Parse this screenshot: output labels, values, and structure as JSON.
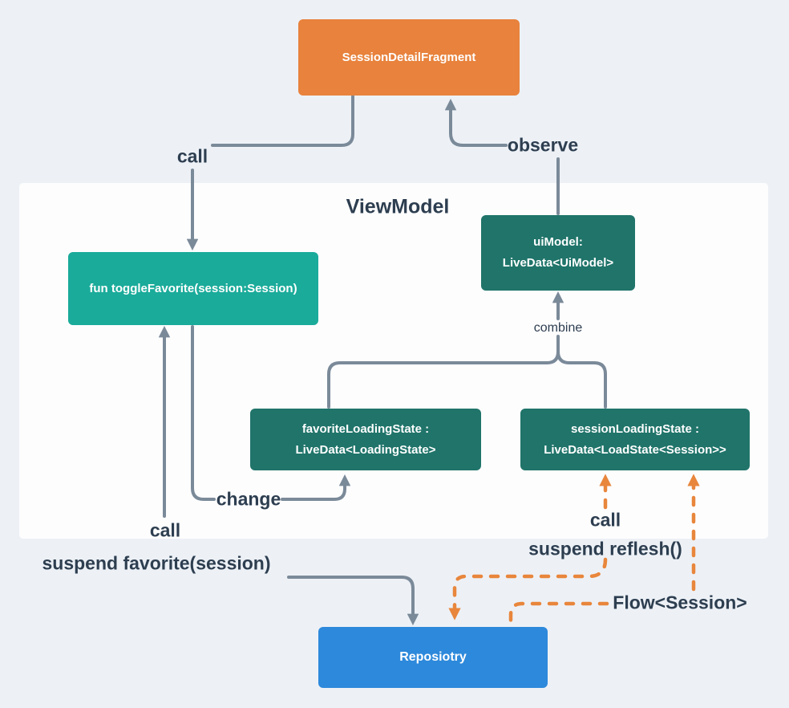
{
  "nodes": {
    "session_detail_fragment": {
      "label": "SessionDetailFragment",
      "color": "#e8823c"
    },
    "toggle_favorite": {
      "label": "fun toggleFavorite(session:Session)",
      "color": "#1aab9a"
    },
    "ui_model": {
      "line1": "uiModel:",
      "line2": "LiveData<UiModel>",
      "color": "#20746a"
    },
    "favorite_loading_state": {
      "line1": "favoriteLoadingState :",
      "line2": "LiveData<LoadingState>",
      "color": "#20746a"
    },
    "session_loading_state": {
      "line1": "sessionLoadingState :",
      "line2": "LiveData<LoadState<Session>>",
      "color": "#20746a"
    },
    "repository": {
      "label": "Reposiotry",
      "color": "#2d89db"
    }
  },
  "labels": {
    "viewmodel_title": "ViewModel",
    "call_top": "call",
    "observe": "observe",
    "combine": "combine",
    "change": "change",
    "call_bottom_left": "call",
    "suspend_favorite": "suspend favorite(session)",
    "call_bottom_right": "call",
    "suspend_reflesh": "suspend reflesh()",
    "flow_session": "Flow<Session>"
  },
  "colors": {
    "background": "#edf1f6",
    "viewmodel_panel": "#fdfdfe",
    "arrow_gray": "#7b8a99",
    "arrow_orange": "#e8863c",
    "label_text": "#2d3e50",
    "node_text": "#ffffff"
  }
}
